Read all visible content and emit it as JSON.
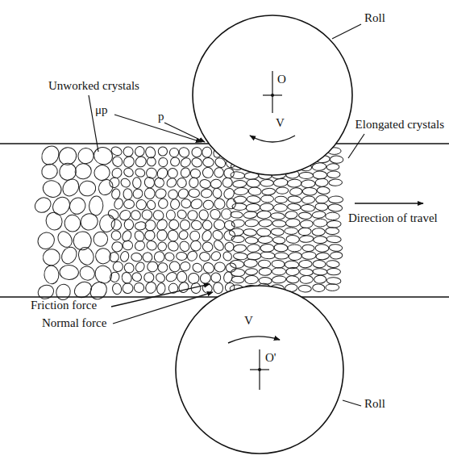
{
  "diagram": {
    "nodes": [
      {
        "text": [
          "O",
          "V"
        ]
      },
      {
        "text": [
          "V",
          "O'"
        ]
      }
    ],
    "labels": [
      "Roll",
      "Unworked crystals",
      "μp",
      "p",
      "Elongated crystals",
      "Direction of travel",
      "Friction force",
      "Normal force",
      "Roll"
    ]
  }
}
